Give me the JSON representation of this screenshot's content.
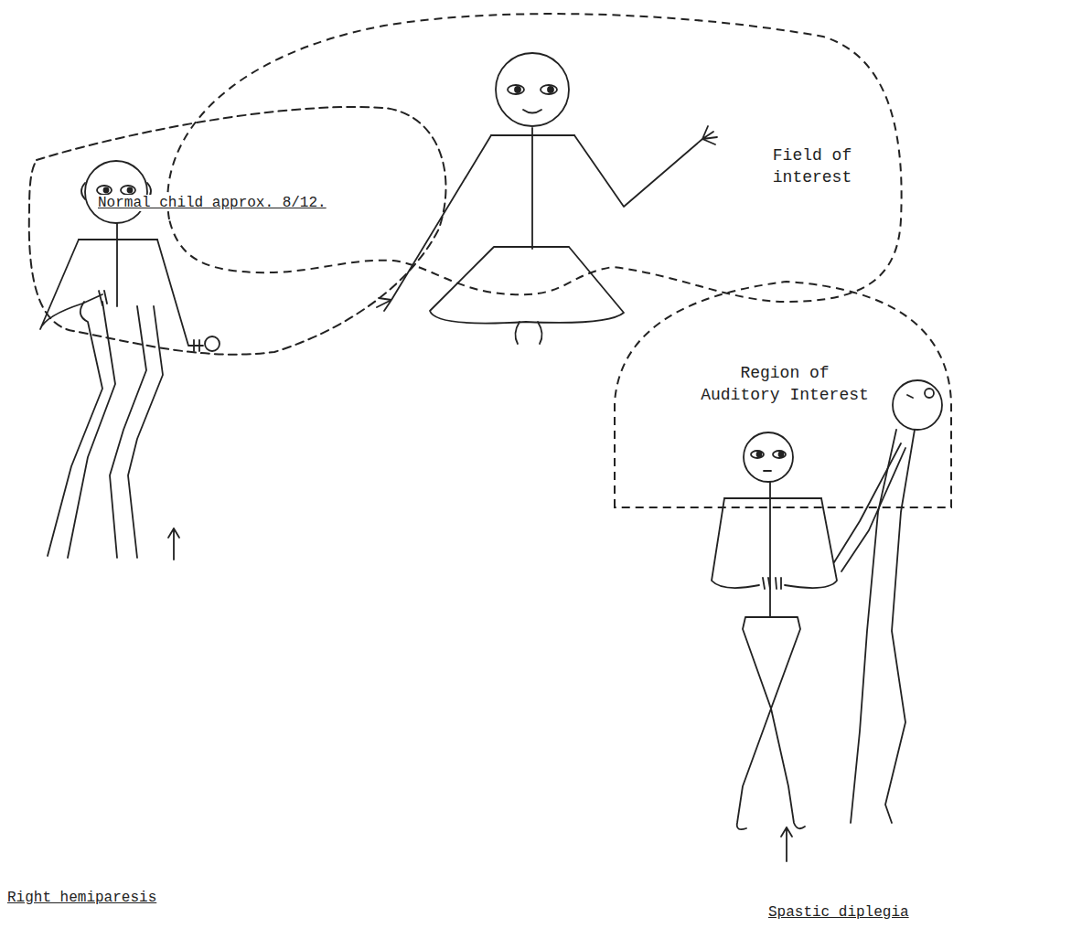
{
  "diagram": {
    "nodes": [
      {
        "text": [
          "Field of interest"
        ]
      },
      {
        "text": [
          "Region of Auditory Interest"
        ]
      }
    ],
    "labels": [
      "Normal child approx. 8/12.",
      "Right hemiparesis",
      "Spastic diplegia"
    ]
  }
}
